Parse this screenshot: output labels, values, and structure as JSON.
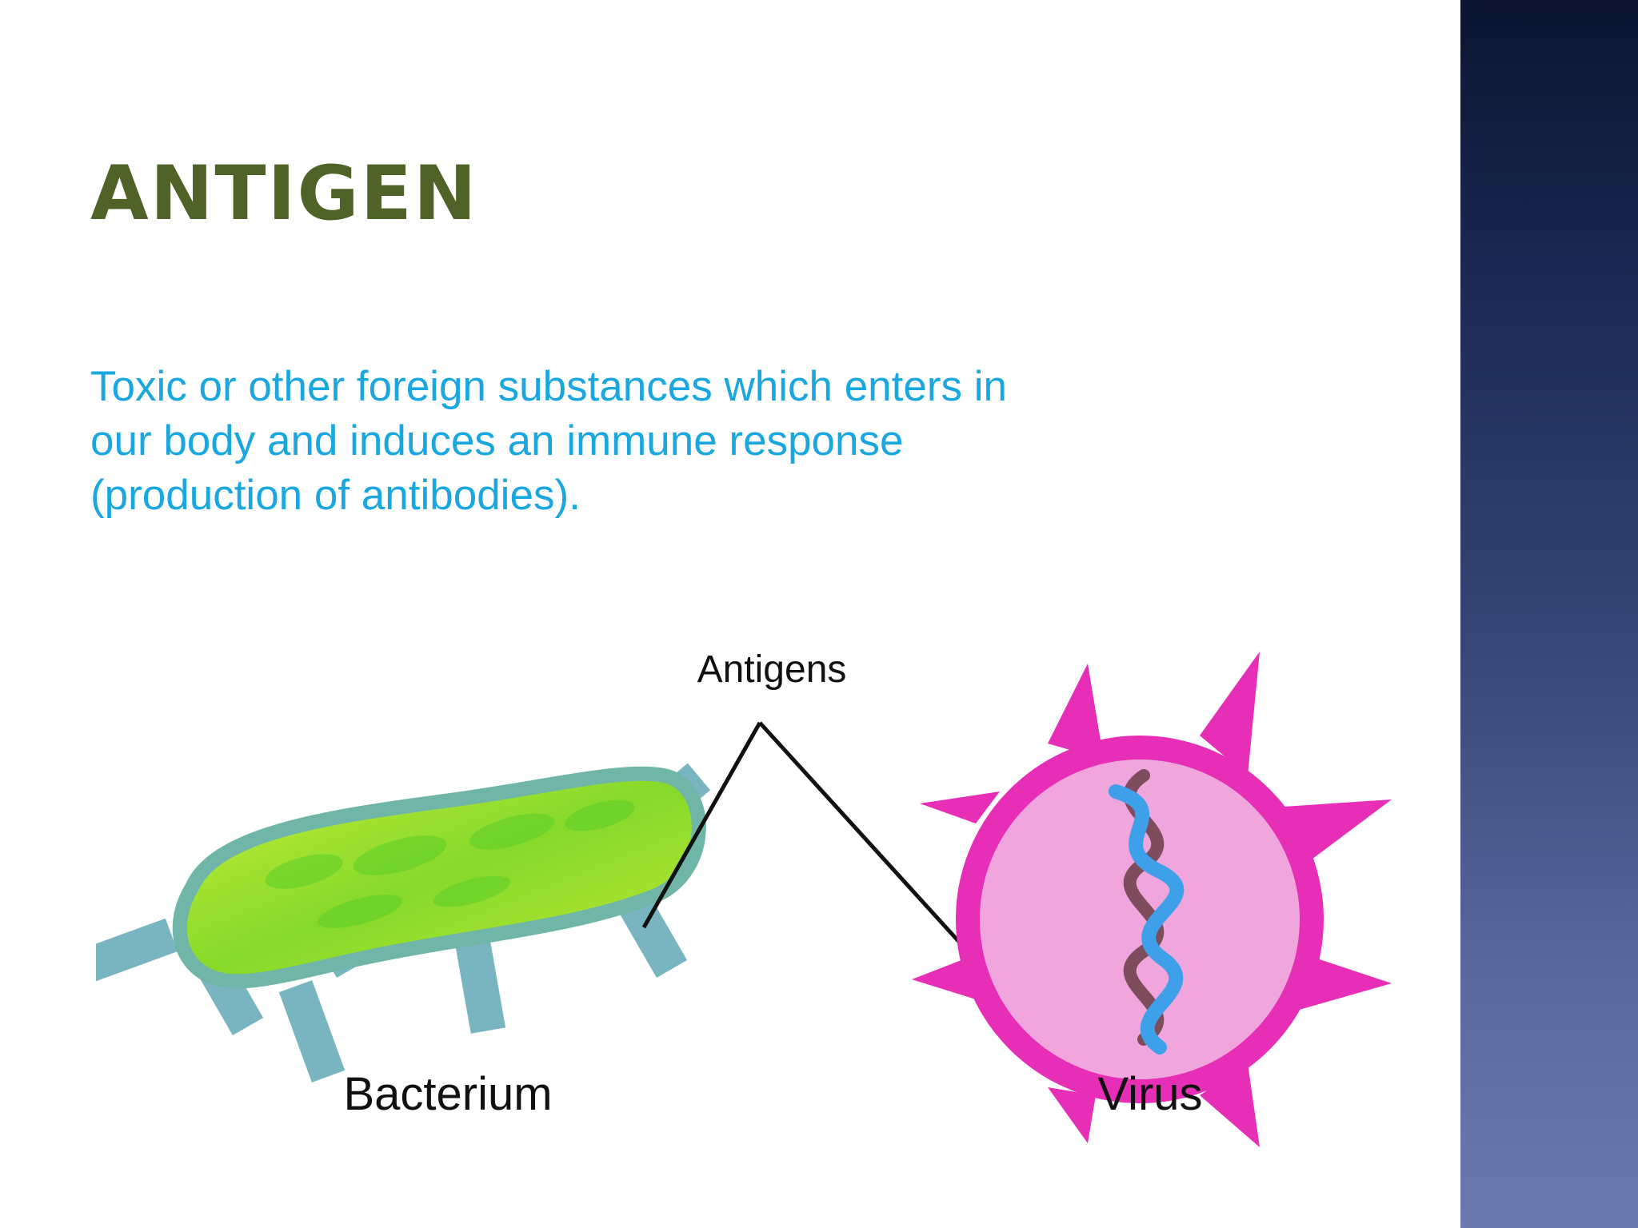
{
  "slide": {
    "title": "ANTIGEN",
    "body_lines": [
      "Toxic or other foreign substances which enters in",
      "our body and induces an immune response",
      "(production of antibodies)."
    ]
  },
  "diagram": {
    "labels": {
      "antigens": "Antigens",
      "bacterium": "Bacterium",
      "virus": "Virus"
    }
  },
  "colors": {
    "title": "#4f6228",
    "body_text": "#1aa7e0",
    "bacterium_body": "#9be02a",
    "bacterium_outline": "#6fb5a8",
    "antigen_stub": "#79b5c0",
    "virus_ring": "#e62eb6",
    "virus_fill": "#f0a6dd",
    "dna_blue": "#3ea0e8",
    "dna_brown": "#7d4c5d"
  }
}
